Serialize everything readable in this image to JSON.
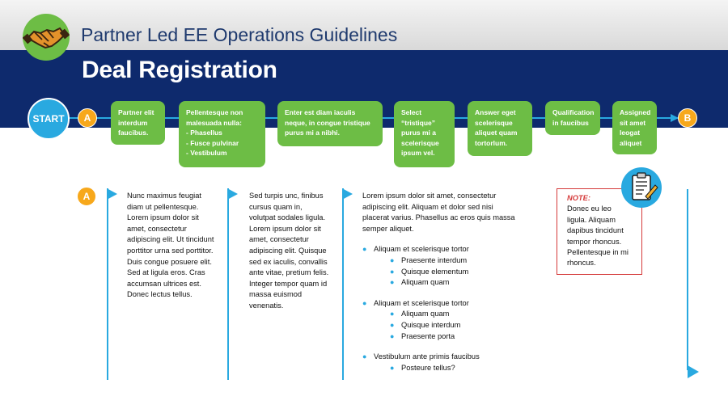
{
  "header": {
    "title": "Partner Led EE Operations Guidelines",
    "page_title": "Deal Registration",
    "logo_icon": "handshake-icon"
  },
  "flow": {
    "start_label": "START",
    "start_marker": "A",
    "end_marker": "B",
    "steps": [
      {
        "lines": [
          "Partner elit",
          "interdum",
          "faucibus."
        ]
      },
      {
        "lines": [
          "Pellentesque non",
          "malesuada nulla:",
          "- Phasellus",
          "- Fusce pulvinar",
          "- Vestibulum"
        ]
      },
      {
        "lines": [
          "Enter est diam iaculis",
          "neque, in congue tristique",
          "purus mi a nibhi."
        ]
      },
      {
        "lines": [
          "Select",
          "“tristique”",
          "purus mi a",
          "scelerisque",
          "ipsum vel."
        ]
      },
      {
        "lines": [
          "Answer eget",
          "scelerisque",
          "aliquet quam",
          "tortorlum."
        ]
      },
      {
        "lines": [
          "Qualification",
          "in faucibus"
        ]
      },
      {
        "lines": [
          "Assigned",
          "sit amet",
          "leogat",
          "aliquet"
        ]
      }
    ]
  },
  "details": {
    "marker": "A",
    "col1": "Nunc maximus feugiat diam ut pellentesque. Lorem ipsum dolor sit amet, consectetur adipiscing elit. Ut tincidunt porttitor urna sed porttitor. Duis congue posuere elit. Sed at ligula eros. Cras accumsan ultrices est. Donec lectus tellus.",
    "col2": "Sed turpis unc, finibus cursus quam in, volutpat sodales ligula. Lorem ipsum dolor sit amet, consectetur adipiscing elit. Quisque sed ex iaculis, convallis ante vitae, pretium felis. Integer tempor quam id massa euismod venenatis.",
    "col3_intro": "Lorem ipsum dolor sit amet, consectetur adipiscing elit. Aliquam et dolor sed nisi placerat varius. Phasellus ac eros quis massa semper aliquet.",
    "col3_bullets": [
      {
        "text": "Aliquam et scelerisque tortor",
        "sub": [
          "Praesente interdum",
          "Quisque  elementum",
          "Aliquam quam"
        ]
      },
      {
        "text": "Aliquam et scelerisque tortor",
        "sub": [
          "Aliquam quam",
          "Quisque interdum",
          "Praesente porta"
        ]
      },
      {
        "text": "Vestibulum ante primis faucibus",
        "sub": [
          "Posteure tellus?"
        ]
      }
    ]
  },
  "note": {
    "label": "NOTE:",
    "text": "Donec eu leo ligula. Aliquam dapibus tincidunt tempor rhoncus. Pellentesque in mi rhoncus.",
    "icon": "clipboard-icon"
  }
}
